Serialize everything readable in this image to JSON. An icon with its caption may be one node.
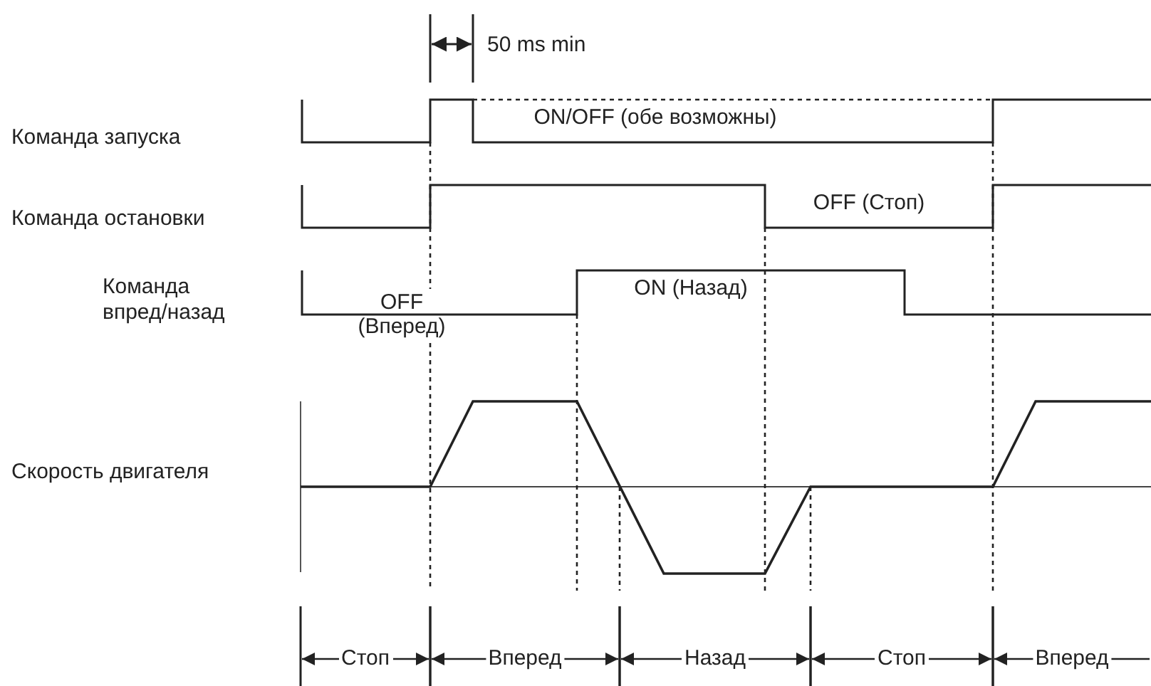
{
  "diagram": {
    "labels": [
      "50 ms min",
      "Команда запуска",
      "ON/OFF (обе возможны)",
      "Команда остановки",
      "OFF (Стоп)",
      "Команда впред/назад",
      "OFF (Вперед)",
      "ON (Назад)",
      "Скорость двигателя",
      "Стоп",
      "Вперед",
      "Назад",
      "Стоп",
      "Вперед"
    ]
  }
}
